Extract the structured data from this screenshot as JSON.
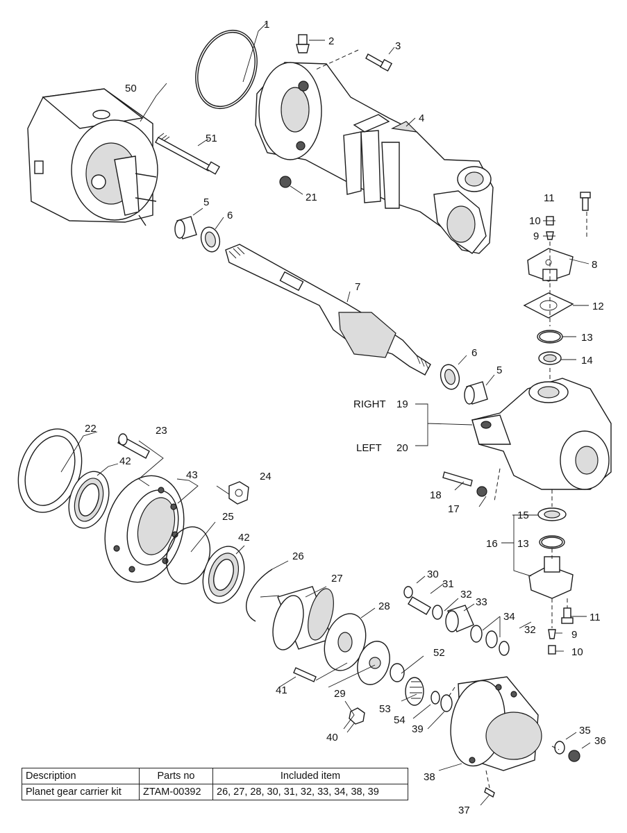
{
  "callouts": {
    "c1": "1",
    "c2": "2",
    "c3": "3",
    "c4": "4",
    "c5a": "5",
    "c5b": "5",
    "c6a": "6",
    "c6b": "6",
    "c7": "7",
    "c8": "8",
    "c9a": "9",
    "c9b": "9",
    "c10a": "10",
    "c10b": "10",
    "c11a": "11",
    "c11b": "11",
    "c12": "12",
    "c13a": "13",
    "c13b": "13",
    "c14": "14",
    "c15": "15",
    "c16": "16",
    "c17": "17",
    "c18": "18",
    "c19": "19",
    "c20": "20",
    "c21": "21",
    "c22": "22",
    "c23": "23",
    "c24": "24",
    "c25": "25",
    "c26": "26",
    "c27": "27",
    "c28": "28",
    "c29": "29",
    "c30": "30",
    "c31": "31",
    "c32a": "32",
    "c32b": "32",
    "c33": "33",
    "c34": "34",
    "c35": "35",
    "c36": "36",
    "c37": "37",
    "c38": "38",
    "c39": "39",
    "c40": "40",
    "c41": "41",
    "c42a": "42",
    "c42b": "42",
    "c43": "43",
    "c50": "50",
    "c51": "51",
    "c52": "52",
    "c53": "53",
    "c54": "54"
  },
  "side_labels": {
    "right": "RIGHT",
    "left": "LEFT"
  },
  "table": {
    "headers": [
      "Description",
      "Parts no",
      "Included item"
    ],
    "rows": [
      [
        "Planet gear carrier kit",
        "ZTAM-00392",
        "26, 27, 28, 30, 31, 32, 33, 34, 38, 39"
      ]
    ]
  }
}
